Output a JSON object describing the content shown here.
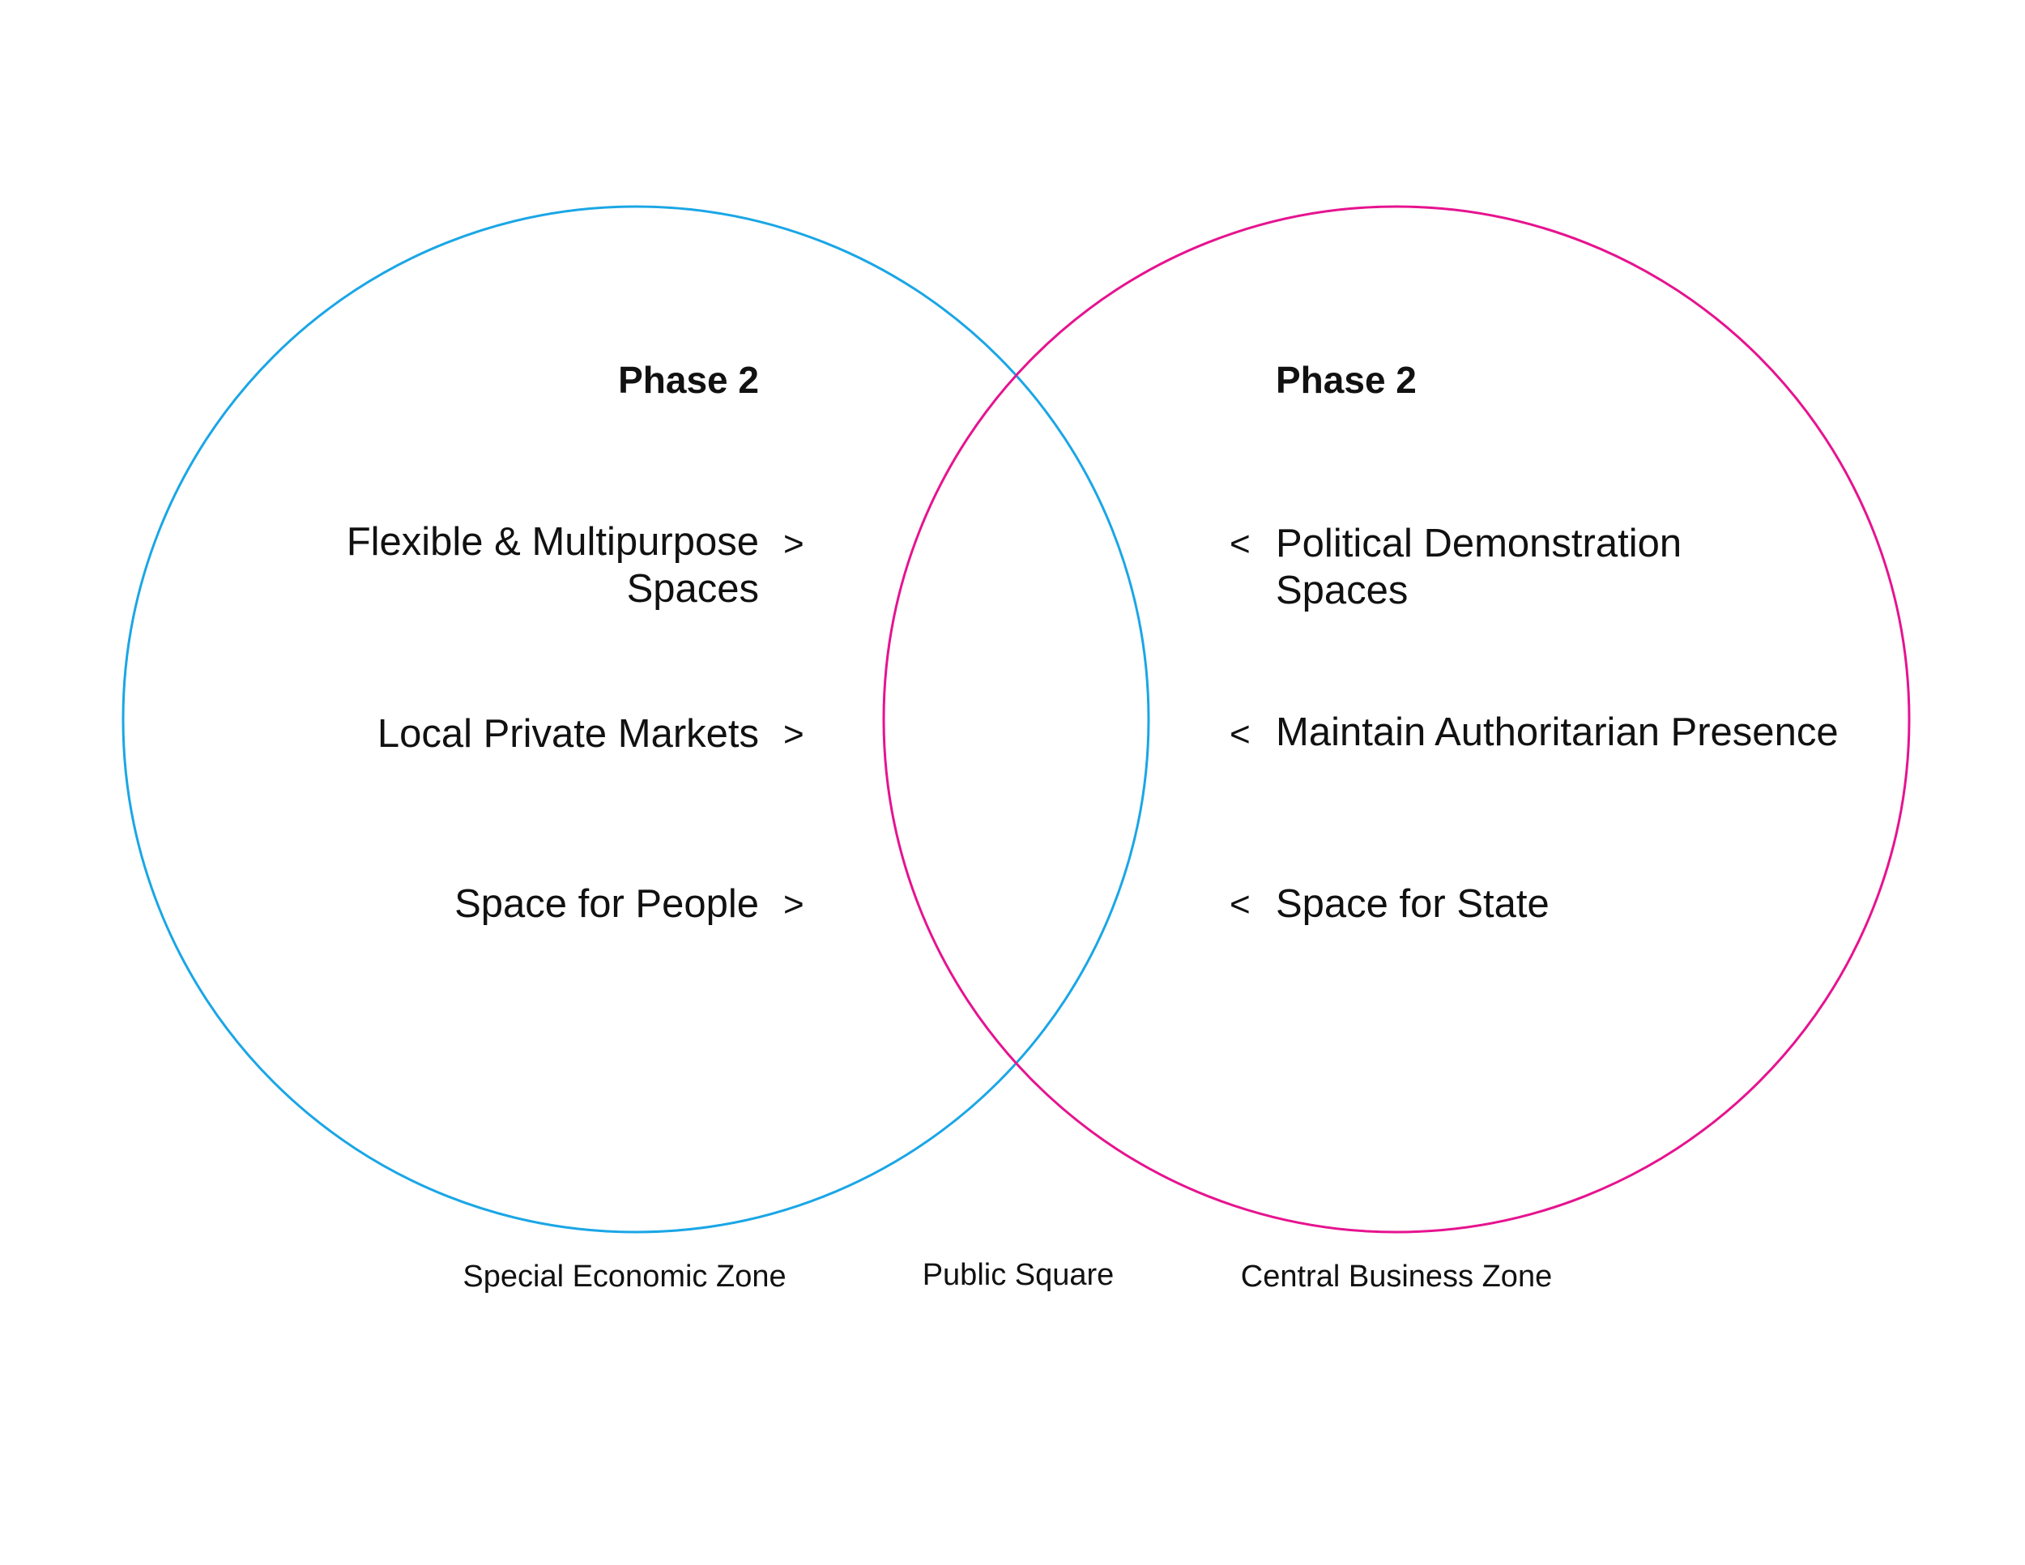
{
  "colors": {
    "left_circle": "#1aa6e6",
    "right_circle": "#e6138f",
    "text": "#111111"
  },
  "left": {
    "heading": "Phase 2",
    "items": [
      {
        "line1": "Flexible & Multipurpose",
        "line2": "Spaces",
        "arrow": ">"
      },
      {
        "line1": "Local Private Markets",
        "arrow": ">"
      },
      {
        "line1": "Space for People",
        "arrow": ">"
      }
    ],
    "caption": "Special Economic Zone"
  },
  "right": {
    "heading": "Phase 2",
    "items": [
      {
        "line1": "Political Demonstration",
        "line2": "Spaces",
        "arrow": "<"
      },
      {
        "line1": "Maintain Authoritarian Presence",
        "arrow": "<"
      },
      {
        "line1": "Space for State",
        "arrow": "<"
      }
    ],
    "caption": "Central Business Zone"
  },
  "overlap": {
    "caption": "Public Square"
  }
}
